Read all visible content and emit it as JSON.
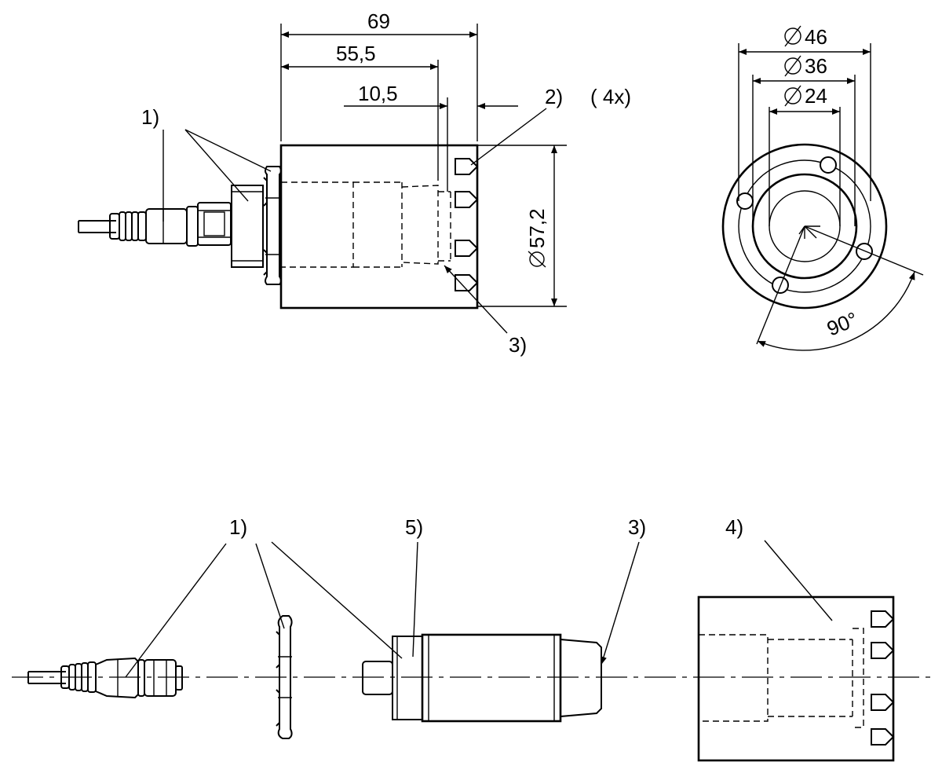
{
  "top_view": {
    "dim_length_total": "69",
    "dim_length_mid": "55,5",
    "dim_length_short": "10,5",
    "dim_diameter": "57,2",
    "label_1": "1)",
    "label_2": "2)",
    "label_3": "3)",
    "qty_note": "( 4x)"
  },
  "end_view": {
    "dim_d46": "46",
    "dim_d36": "36",
    "dim_d24": "24",
    "angle": "90°"
  },
  "exploded_view": {
    "label_1": "1)",
    "label_5": "5)",
    "label_3": "3)",
    "label_4": "4)"
  }
}
